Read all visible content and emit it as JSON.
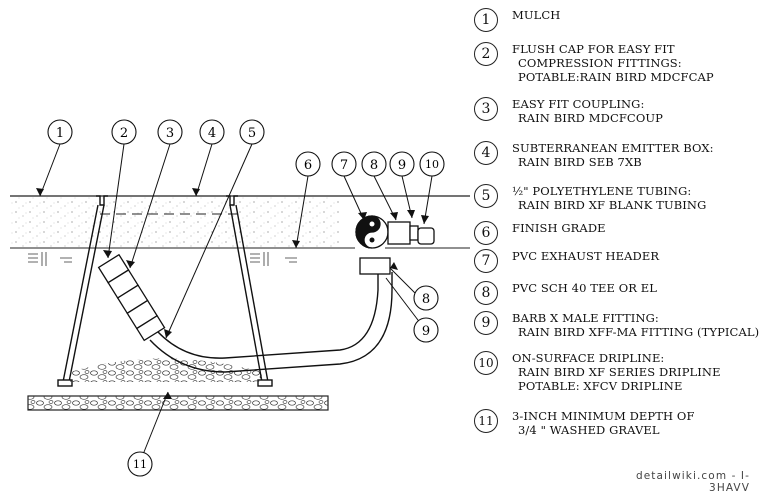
{
  "legend": [
    {
      "num": "1",
      "lines": [
        "MULCH"
      ]
    },
    {
      "num": "2",
      "lines": [
        "FLUSH CAP FOR EASY FIT",
        "COMPRESSION FITTINGS:",
        "POTABLE:RAIN BIRD MDCFCAP"
      ]
    },
    {
      "num": "3",
      "lines": [
        "EASY FIT COUPLING:",
        "RAIN BIRD MDCFCOUP"
      ]
    },
    {
      "num": "4",
      "lines": [
        "SUBTERRANEAN EMITTER BOX:",
        "RAIN BIRD SEB 7XB"
      ]
    },
    {
      "num": "5",
      "lines": [
        "½\" POLYETHYLENE TUBING:",
        "RAIN BIRD XF BLANK TUBING"
      ]
    },
    {
      "num": "6",
      "lines": [
        "FINISH GRADE"
      ]
    },
    {
      "num": "7",
      "lines": [
        "PVC EXHAUST HEADER"
      ]
    },
    {
      "num": "8",
      "lines": [
        "PVC SCH 40 TEE OR EL"
      ]
    },
    {
      "num": "9",
      "lines": [
        "BARB X MALE FITTING:",
        "RAIN BIRD XFF-MA FITTING (TYPICAL)"
      ]
    },
    {
      "num": "10",
      "lines": [
        "ON-SURFACE DRIPLINE:",
        "RAIN BIRD XF SERIES DRIPLINE",
        "POTABLE: XFCV DRIPLINE"
      ]
    },
    {
      "num": "11",
      "lines": [
        "3-INCH MINIMUM DEPTH OF",
        "3/4 \" WASHED GRAVEL"
      ]
    }
  ],
  "callouts": [
    "1",
    "2",
    "3",
    "4",
    "5",
    "6",
    "7",
    "8",
    "9",
    "10",
    "8",
    "9",
    "11"
  ],
  "footer": "detailwiki.com - I-3HAVV"
}
